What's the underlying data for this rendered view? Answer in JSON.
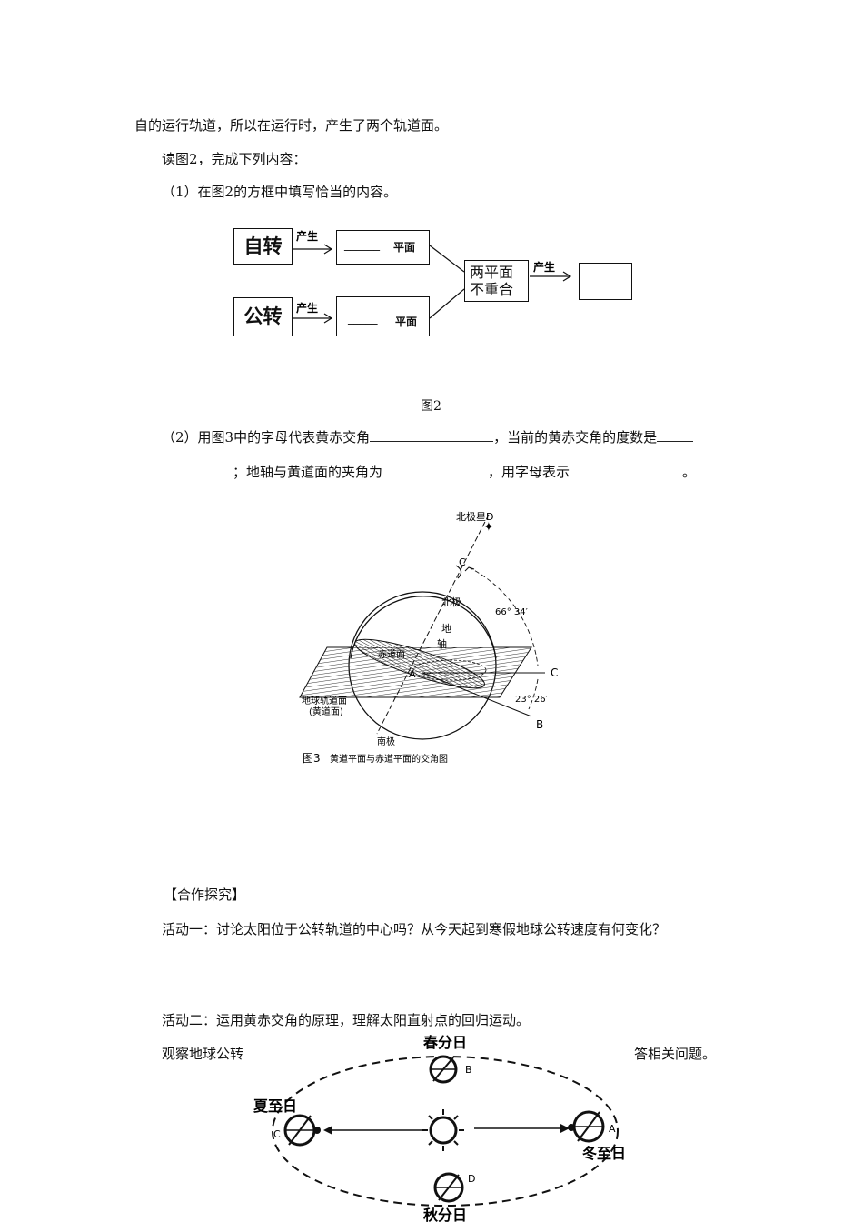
{
  "text": {
    "line1": "自的运行轨道，所以在运行时，产生了两个轨道面。",
    "line2": "读图2，完成下列内容：",
    "line3": "（1）在图2的方框中填写恰当的内容。",
    "fig2_caption": "图2",
    "q2_part1": "（2）用图3中的字母代表黄赤交角",
    "q2_part2": "，当前的黄赤交角的度数是",
    "q2_part3": "；地轴与黄道面的夹角为",
    "q2_part4": "，用字母表示",
    "q2_part5": "。",
    "section_title": "【合作探究】",
    "activity1": "活动一：讨论太阳位于公转轨道的中心吗？从今天起到寒假地球公转速度有何变化？",
    "activity2": "活动二：运用黄赤交角的原理，理解太阳直射点的回归运动。",
    "observe_left": "观察地球公转",
    "observe_right": "答相关问题。"
  },
  "fig2": {
    "rotation": "自转",
    "revolution": "公转",
    "produce": "产生",
    "plane": "平面",
    "blank_top": "______",
    "blank_bottom": "_____",
    "two_planes_line1": "两平面",
    "two_planes_line2": "不重合"
  },
  "fig3": {
    "north_star": "北极星D",
    "north_pole": "北极",
    "axis_char1": "地",
    "axis_char2": "轴",
    "equator_plane": "赤道面",
    "angle_top": "66° 34′",
    "angle_bottom": "23° 26′",
    "orbit_plane": "地球轨道面",
    "ecliptic": "(黄道面)",
    "south_pole": "南极",
    "label_a": "A",
    "label_b": "B",
    "label_c": "C",
    "label_c_top": "C",
    "caption_num": "图3",
    "caption_text": "黄道平面与赤道平面的交角图"
  },
  "fig4": {
    "spring": "春分日",
    "summer": "夏至日",
    "autumn": "秋分日",
    "winter": "冬至日",
    "label_a": "A",
    "label_b": "B",
    "label_c": "C",
    "label_d": "D"
  }
}
